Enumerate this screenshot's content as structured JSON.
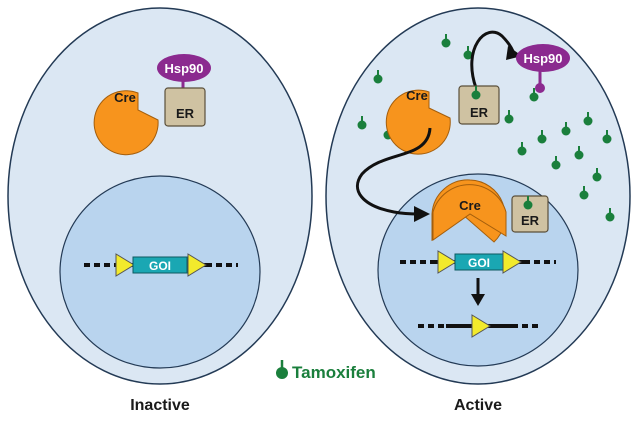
{
  "panels": {
    "inactive": {
      "title": "Inactive",
      "cre_label": "Cre",
      "er_label": "ER",
      "hsp90_label": "Hsp90",
      "goi_label": "GOI"
    },
    "active": {
      "title": "Active",
      "cre_label_top": "Cre",
      "er_label_top": "ER",
      "hsp90_label": "Hsp90",
      "cre_label_nucleus": "Cre",
      "er_label_nucleus": "ER",
      "goi_label": "GOI"
    }
  },
  "legend": {
    "tamoxifen_label": "Tamoxifen",
    "tamoxifen_icon": "tamoxifen-molecule-icon"
  },
  "colors": {
    "cytoplasm": "#dbe7f3",
    "cell_outline": "#233a55",
    "nucleus": "#b9d4ee",
    "cre": "#f7941d",
    "er": "#cfc2a2",
    "hsp90": "#8b2a8f",
    "tamoxifen": "#1a7f3c",
    "goi": "#1aa7b3",
    "loxp": "#f2ea2c",
    "label_dark": "#1a1a1a"
  }
}
